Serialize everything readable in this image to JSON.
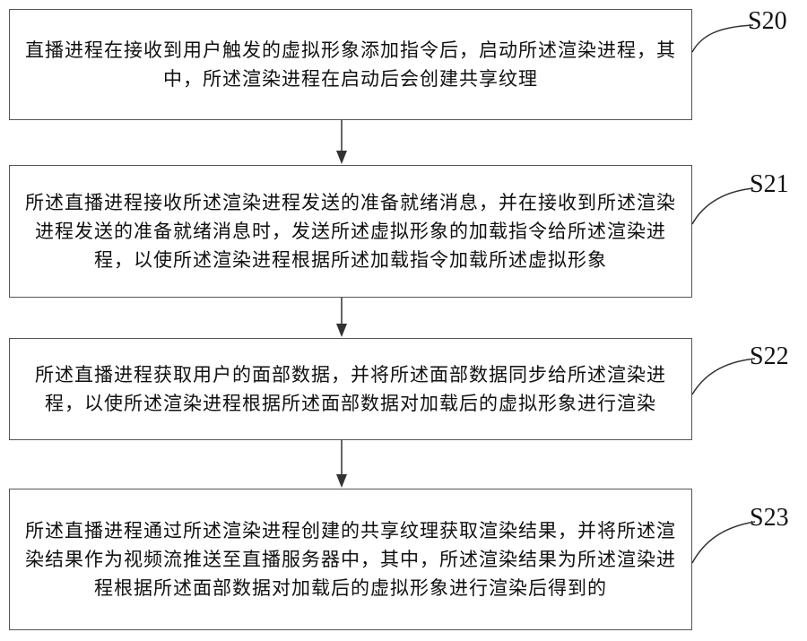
{
  "steps": [
    {
      "label": "S20",
      "text": "直播进程在接收到用户触发的虚拟形象添加指令后，启动所述渲染进程，其中，所述渲染进程在启动后会创建共享纹理"
    },
    {
      "label": "S21",
      "text": "所述直播进程接收所述渲染进程发送的准备就绪消息，并在接收到所述渲染进程发送的准备就绪消息时，发送所述虚拟形象的加载指令给所述渲染进程，以使所述渲染进程根据所述加载指令加载所述虚拟形象"
    },
    {
      "label": "S22",
      "text": "所述直播进程获取用户的面部数据，并将所述面部数据同步给所述渲染进程，以使所述渲染进程根据所述面部数据对加载后的虚拟形象进行渲染"
    },
    {
      "label": "S23",
      "text": "所述直播进程通过所述渲染进程创建的共享纹理获取渲染结果，并将所述渲染结果作为视频流推送至直播服务器中，其中，所述渲染结果为所述渲染进程根据所述面部数据对加载后的虚拟形象进行渲染后得到的"
    }
  ]
}
